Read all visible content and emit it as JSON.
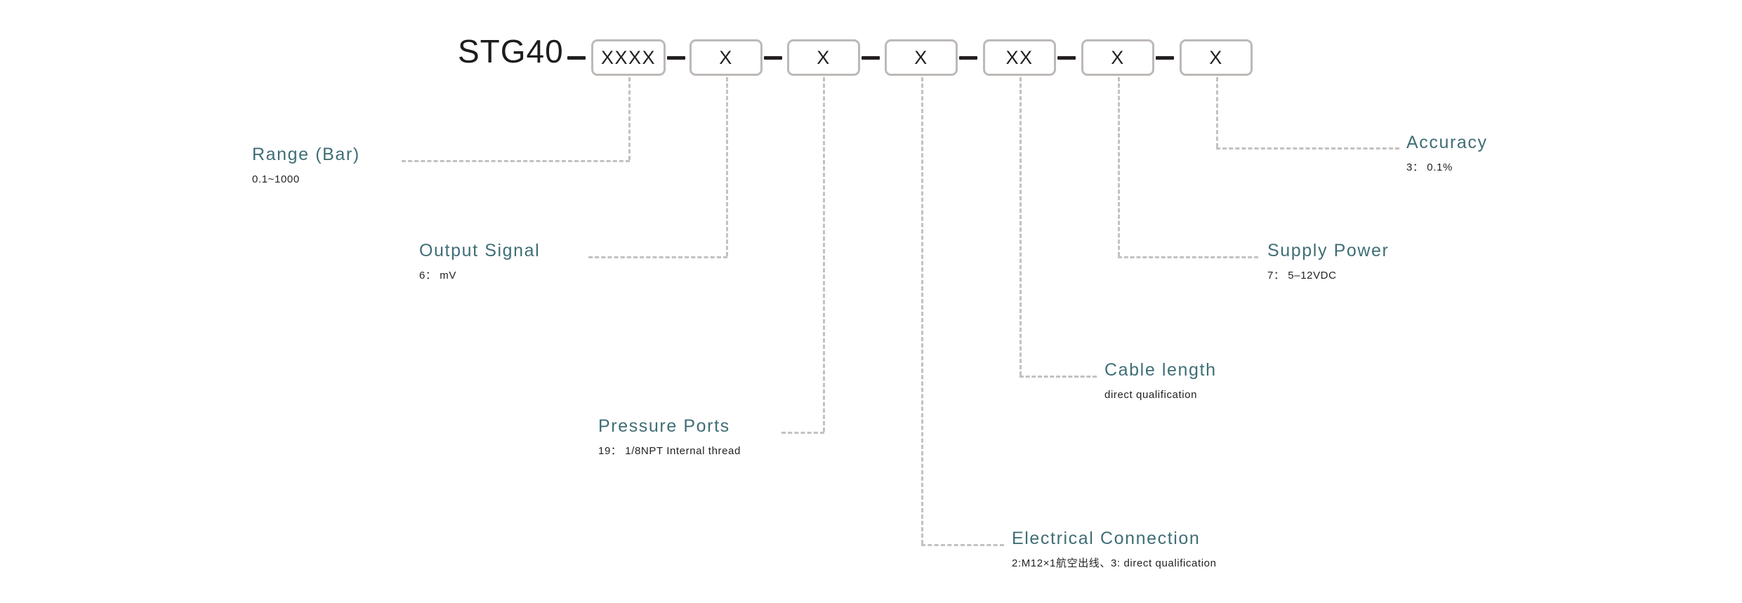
{
  "diagram": {
    "kind": "part-number-breakdown",
    "accent_color": "#3f6e76",
    "line_color": "#c4c1bf",
    "box_border_color": "#bdb9b7",
    "dash_color": "#231f20"
  },
  "partnumber": {
    "prefix": "STG40",
    "separator": "–",
    "segments": [
      {
        "id": "range",
        "value": "XXXX"
      },
      {
        "id": "output-signal",
        "value": "X"
      },
      {
        "id": "pressure-ports",
        "value": "X"
      },
      {
        "id": "electrical-connection",
        "value": "X"
      },
      {
        "id": "cable-length",
        "value": "XX"
      },
      {
        "id": "supply-power",
        "value": "X"
      },
      {
        "id": "accuracy",
        "value": "X"
      }
    ]
  },
  "callouts": {
    "range": {
      "title": "Range (Bar)",
      "sub": "0.1~1000"
    },
    "output_signal": {
      "title": "Output Signal",
      "sub": "6： mV"
    },
    "pressure_ports": {
      "title": "Pressure Ports",
      "sub": "19： 1/8NPT Internal thread"
    },
    "electrical_connection": {
      "title": "Electrical Connection",
      "sub": "2:M12×1航空出线、3: direct qualification"
    },
    "cable_length": {
      "title": "Cable length",
      "sub": "direct qualification"
    },
    "supply_power": {
      "title": "Supply Power",
      "sub": "7： 5–12VDC"
    },
    "accuracy": {
      "title": "Accuracy",
      "sub": "3： 0.1%"
    }
  }
}
